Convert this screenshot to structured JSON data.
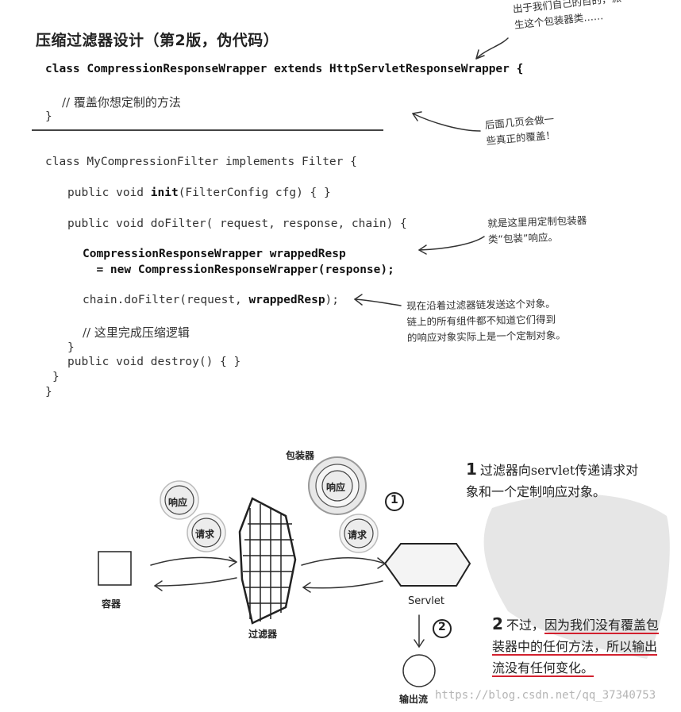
{
  "title": "压缩过滤器设计（第2版，伪代码）",
  "code": {
    "line1": "class CompressionResponseWrapper extends HttpServletResponseWrapper {",
    "line2": "//  覆盖你想定制的方法",
    "line3": "}",
    "line4": "class MyCompressionFilter implements Filter {",
    "line5_a": "public void ",
    "line5_b": "init",
    "line5_c": "(FilterConfig cfg) { }",
    "line6": "public void doFilter( request, response, chain) {",
    "line7": "CompressionResponseWrapper wrappedResp",
    "line8": "  = new CompressionResponseWrapper(response);",
    "line9_a": "chain.doFilter(request, ",
    "line9_b": "wrappedResp",
    "line9_c": ");",
    "line10": "//  这里完成压缩逻辑",
    "line11": "}",
    "line12": "public void destroy() { }",
    "line13": "}",
    "line14": "}"
  },
  "notes": {
    "note1_l1": "出于我们自己的目的，派",
    "note1_l2": "生这个包装器类……",
    "note2_l1": "后面几页会做一",
    "note2_l2": "些真正的覆盖！",
    "note3_l1": "就是这里用定制包装器",
    "note3_l2": "类“包装”响应。",
    "note4_l1": "现在沿着过滤器链发送这个对象。",
    "note4_l2": "链上的所有组件都不知道它们得到",
    "note4_l3": "的响应对象实际上是一个定制对象。"
  },
  "diagram": {
    "container_label": "容器",
    "filter_label": "过滤器",
    "wrapper_label": "包装器",
    "servlet_label": "Servlet",
    "output_label": "输出流",
    "response_label": "响应",
    "request_label": "请求",
    "step1_num": "1",
    "step2_num": "2",
    "circle_num1": "①",
    "circle_num2": "②"
  },
  "steps": {
    "step1_l1": "过滤器向servlet传递请求对",
    "step1_l2": "象和一个定制响应对象。",
    "step2_l1a": "不过，",
    "step2_l1b": "因为我们没有覆盖包",
    "step2_l2": "装器中的任何方法，所以输出",
    "step2_l3": "流没有任何变化。"
  },
  "watermark": "https://blog.csdn.net/qq_37340753"
}
